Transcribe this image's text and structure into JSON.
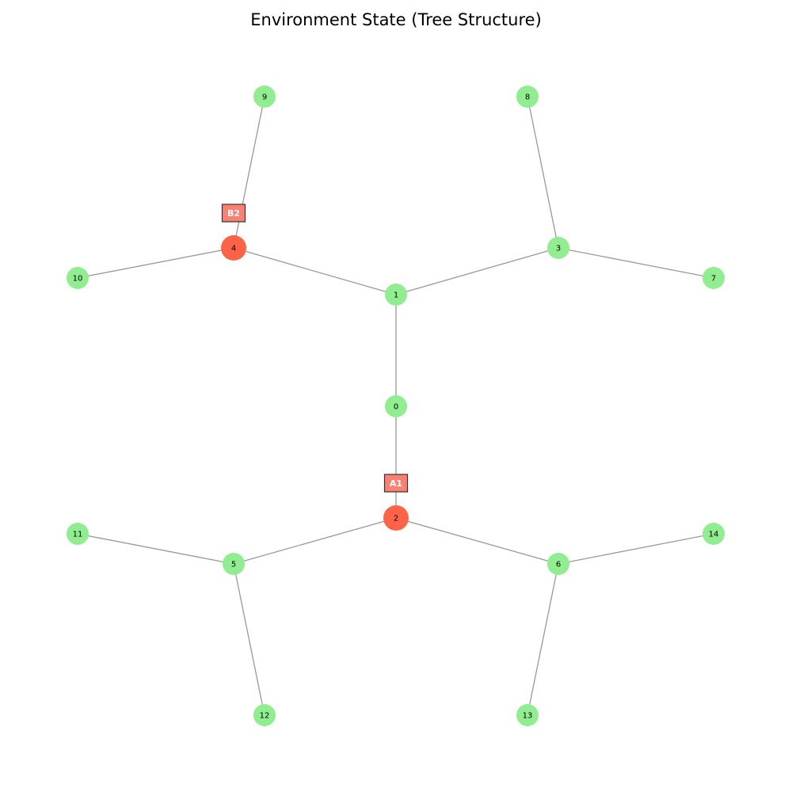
{
  "title": "Environment State (Tree Structure)",
  "colors": {
    "node_default": "#90ee90",
    "node_occupied": "#ff6347",
    "agent_box": "#fa8072",
    "edge": "#999999"
  },
  "nodes": [
    {
      "id": 0,
      "label": "0",
      "occupied": false
    },
    {
      "id": 1,
      "label": "1",
      "occupied": false
    },
    {
      "id": 2,
      "label": "2",
      "occupied": true
    },
    {
      "id": 3,
      "label": "3",
      "occupied": false
    },
    {
      "id": 4,
      "label": "4",
      "occupied": true
    },
    {
      "id": 5,
      "label": "5",
      "occupied": false
    },
    {
      "id": 6,
      "label": "6",
      "occupied": false
    },
    {
      "id": 7,
      "label": "7",
      "occupied": false
    },
    {
      "id": 8,
      "label": "8",
      "occupied": false
    },
    {
      "id": 9,
      "label": "9",
      "occupied": false
    },
    {
      "id": 10,
      "label": "10",
      "occupied": false
    },
    {
      "id": 11,
      "label": "11",
      "occupied": false
    },
    {
      "id": 12,
      "label": "12",
      "occupied": false
    },
    {
      "id": 13,
      "label": "13",
      "occupied": false
    },
    {
      "id": 14,
      "label": "14",
      "occupied": false
    }
  ],
  "edges": [
    [
      0,
      1
    ],
    [
      0,
      2
    ],
    [
      1,
      3
    ],
    [
      1,
      4
    ],
    [
      2,
      5
    ],
    [
      2,
      6
    ],
    [
      3,
      7
    ],
    [
      3,
      8
    ],
    [
      4,
      9
    ],
    [
      4,
      10
    ],
    [
      5,
      11
    ],
    [
      5,
      12
    ],
    [
      6,
      13
    ],
    [
      6,
      14
    ]
  ],
  "agents": [
    {
      "label": "A1",
      "node": 2
    },
    {
      "label": "B2",
      "node": 4
    }
  ]
}
